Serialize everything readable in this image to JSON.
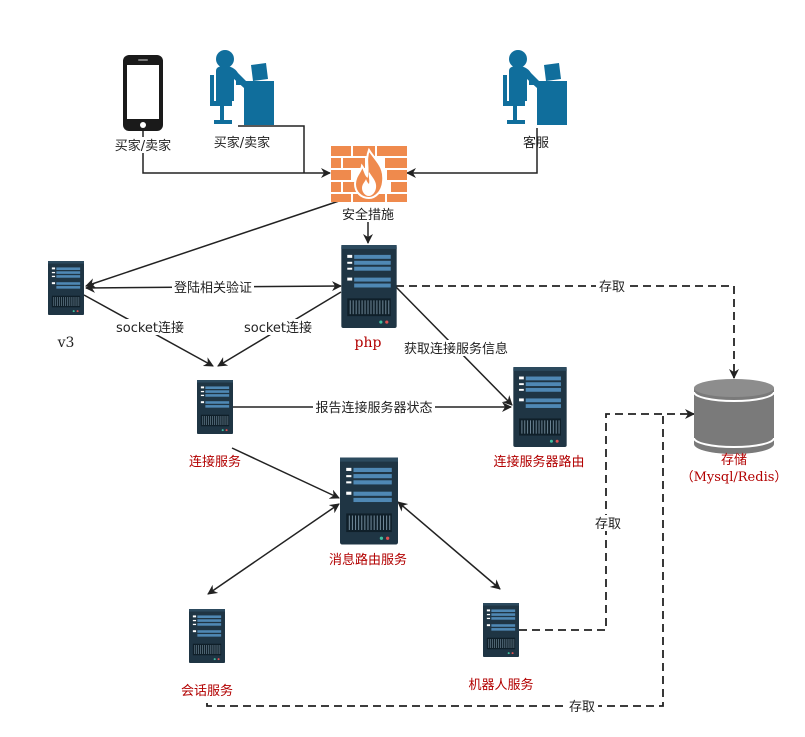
{
  "nodes": {
    "phone_user": {
      "label": "买家/卖家",
      "icon": "mobile-phone-icon"
    },
    "pc_user": {
      "label": "买家/卖家",
      "icon": "person-at-computer-icon"
    },
    "support": {
      "label": "客服",
      "icon": "person-at-computer-icon"
    },
    "firewall": {
      "label": "安全措施",
      "icon": "firewall-icon"
    },
    "v3": {
      "label": "v3",
      "icon": "server-icon"
    },
    "php": {
      "label": "php",
      "icon": "server-icon"
    },
    "conn_service": {
      "label": "连接服务",
      "icon": "server-icon"
    },
    "conn_router": {
      "label": "连接服务器路由",
      "icon": "server-icon"
    },
    "msg_router": {
      "label": "消息路由服务",
      "icon": "server-icon"
    },
    "session": {
      "label": "会话服务",
      "icon": "server-icon"
    },
    "robot": {
      "label": "机器人服务",
      "icon": "server-icon"
    },
    "storage": {
      "label": "存储",
      "sublabel": "（Mysql/Redis）",
      "icon": "database-icon"
    }
  },
  "edges": {
    "login_verify": "登陆相关验证",
    "socket1": "socket连接",
    "socket2": "socket连接",
    "get_conn_info": "获取连接服务信息",
    "report_status": "报告连接服务器状态",
    "access_php": "存取",
    "access_robot": "存取",
    "access_session": "存取"
  },
  "colors": {
    "server_dark": "#1f3544",
    "server_stripe": "#4f88b4",
    "person_blue": "#106e9c",
    "firewall_orange": "#ef8a4d",
    "red_label": "#b20000",
    "db_gray": "#7a7a7a"
  }
}
